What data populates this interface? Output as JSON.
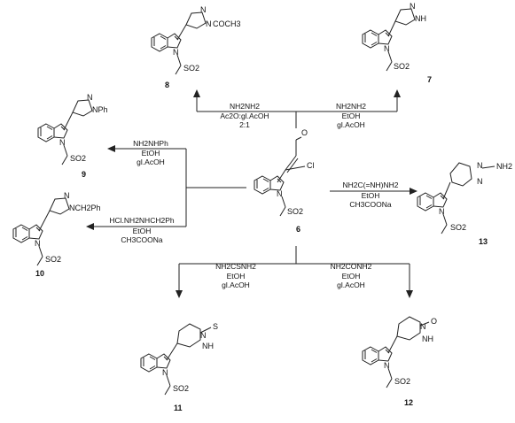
{
  "compounds": {
    "c6": {
      "number": "6",
      "sub": [
        "O",
        "Cl"
      ],
      "so2": "SO2",
      "n": "N"
    },
    "c7": {
      "number": "7",
      "sub": [
        "N",
        "NH"
      ],
      "so2": "SO2",
      "n": "N"
    },
    "c8": {
      "number": "8",
      "sub": [
        "N",
        "N",
        "COCH3"
      ],
      "so2": "SO2",
      "n": "N"
    },
    "c9": {
      "number": "9",
      "sub": [
        "N",
        "NPh"
      ],
      "so2": "SO2",
      "n": "N"
    },
    "c10": {
      "number": "10",
      "sub": [
        "N",
        "NCH2Ph"
      ],
      "so2": "SO2",
      "n": "N"
    },
    "c11": {
      "number": "11",
      "sub": [
        "N",
        "NH",
        "S"
      ],
      "so2": "SO2",
      "n": "N"
    },
    "c12": {
      "number": "12",
      "sub": [
        "N",
        "NH",
        "O"
      ],
      "so2": "SO2",
      "n": "N"
    },
    "c13": {
      "number": "13",
      "sub": [
        "N",
        "N",
        "NH2"
      ],
      "so2": "SO2",
      "n": "N"
    }
  },
  "reagents": {
    "to8": [
      "NH2NH2",
      "Ac2O:gl.AcOH",
      "2:1"
    ],
    "to7": [
      "NH2NH2",
      "EtOH",
      "gl.AcOH"
    ],
    "to9": [
      "NH2NHPh",
      "EtOH",
      "gl.AcOH"
    ],
    "to10": [
      "HCl.NH2NHCH2Ph",
      "EtOH",
      "CH3COONa"
    ],
    "to13": [
      "NH2C(=NH)NH2",
      "EtOH",
      "CH3COONa"
    ],
    "to11": [
      "NH2CSNH2",
      "EtOH",
      "gl.AcOH"
    ],
    "to12": [
      "NH2CONH2",
      "EtOH",
      "gl.AcOH"
    ]
  }
}
